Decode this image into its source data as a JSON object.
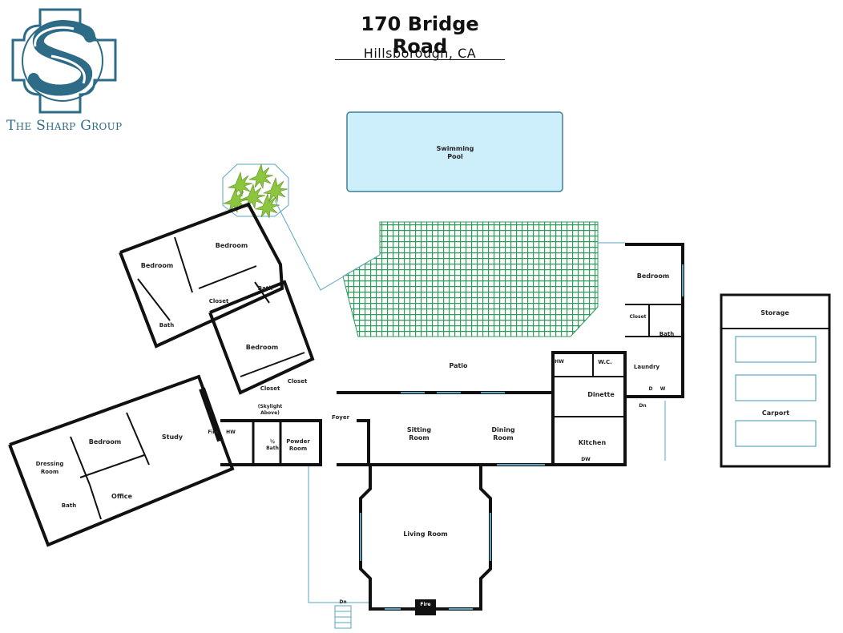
{
  "header": {
    "address": "170 Bridge Road",
    "city": "Hillsborough, CA"
  },
  "brand": {
    "name": "The Sharp Group",
    "color": "#2d6b86"
  },
  "colors": {
    "wall": "#111111",
    "window": "#5aa6c0",
    "pool_fill": "#cdeefb",
    "pool_stroke": "#3f7f98",
    "lawn": "#2e9b5b",
    "plants": "#8cc63f"
  },
  "rooms": {
    "swimming_pool": [
      "Swimming",
      "Pool"
    ],
    "patio": "Patio",
    "bedroom_top": "Bedroom",
    "bedroom_left": "Bedroom",
    "bath_mid": "Bath",
    "closet_mid": "Closet",
    "bath_left": "Bath",
    "bedroom_center": "Bedroom",
    "closet_lower": "Closet",
    "closet_lower2": "Closet",
    "bedroom_wing": "Bedroom",
    "study": "Study",
    "dressing_room": [
      "Dressing",
      "Room"
    ],
    "bath_wing": "Bath",
    "office": "Office",
    "fire_study": "Fire",
    "hw_study": "HW",
    "skylight": [
      "(Skylight",
      "Above)"
    ],
    "half_bath": [
      "½",
      "Bath"
    ],
    "powder_room": [
      "Powder",
      "Room"
    ],
    "foyer": "Foyer",
    "sitting_room": [
      "Sitting",
      "Room"
    ],
    "dining_room": [
      "Dining",
      "Room"
    ],
    "living_room": "Living Room",
    "fire_living": "Fire",
    "dn_stairs": "Dn",
    "hw_kitchen": "HW",
    "wc": "W.C.",
    "dinette": "Dinette",
    "kitchen": "Kitchen",
    "dw": "DW",
    "laundry": "Laundry",
    "dryer": "D",
    "washer": "W",
    "dn_laundry": "Dn",
    "bedroom_east": "Bedroom",
    "closet_east": "Closet",
    "bath_east": "Bath",
    "storage": "Storage",
    "carport": "Carport"
  }
}
